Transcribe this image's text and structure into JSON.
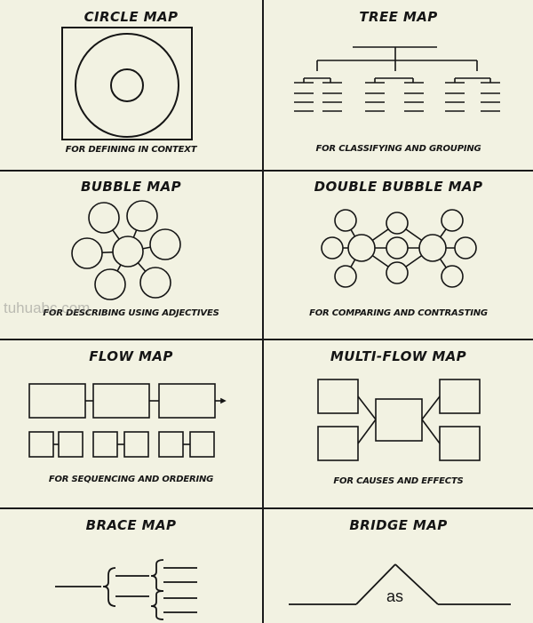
{
  "maps": [
    {
      "title": "CIRCLE MAP",
      "caption": "FOR DEFINING IN CONTEXT"
    },
    {
      "title": "TREE MAP",
      "caption": "FOR CLASSIFYING AND GROUPING"
    },
    {
      "title": "BUBBLE MAP",
      "caption": "FOR DESCRIBING USING ADJECTIVES"
    },
    {
      "title": "DOUBLE BUBBLE MAP",
      "caption": "FOR COMPARING AND CONTRASTING"
    },
    {
      "title": "FLOW MAP",
      "caption": "FOR SEQUENCING AND ORDERING"
    },
    {
      "title": "MULTI-FLOW MAP",
      "caption": "FOR CAUSES AND EFFECTS"
    },
    {
      "title": "BRACE MAP",
      "caption": ""
    },
    {
      "title": "BRIDGE MAP",
      "caption": ""
    }
  ],
  "bridge_word": "as",
  "watermark": "tuhuabc.com",
  "colors": {
    "background": "#f2f2e2",
    "ink": "#151515"
  }
}
